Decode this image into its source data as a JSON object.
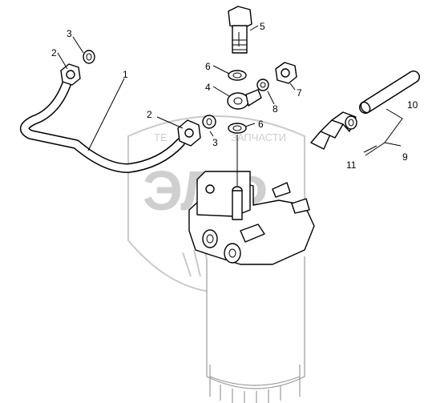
{
  "diagram": {
    "callouts": [
      {
        "id": "c1",
        "text": "1"
      },
      {
        "id": "c2a",
        "text": "2"
      },
      {
        "id": "c2b",
        "text": "2"
      },
      {
        "id": "c3a",
        "text": "3"
      },
      {
        "id": "c3b",
        "text": "3"
      },
      {
        "id": "c4",
        "text": "4"
      },
      {
        "id": "c5",
        "text": "5"
      },
      {
        "id": "c6a",
        "text": "6"
      },
      {
        "id": "c6b",
        "text": "6"
      },
      {
        "id": "c7",
        "text": "7"
      },
      {
        "id": "c8",
        "text": "8"
      },
      {
        "id": "c9",
        "text": "9"
      },
      {
        "id": "c10",
        "text": "10"
      },
      {
        "id": "c11",
        "text": "11"
      }
    ]
  },
  "watermark": {
    "logo_text": "ЭЛФ",
    "left_text": "ТЕ",
    "right_text": "ЗАПЧАСТИ"
  }
}
